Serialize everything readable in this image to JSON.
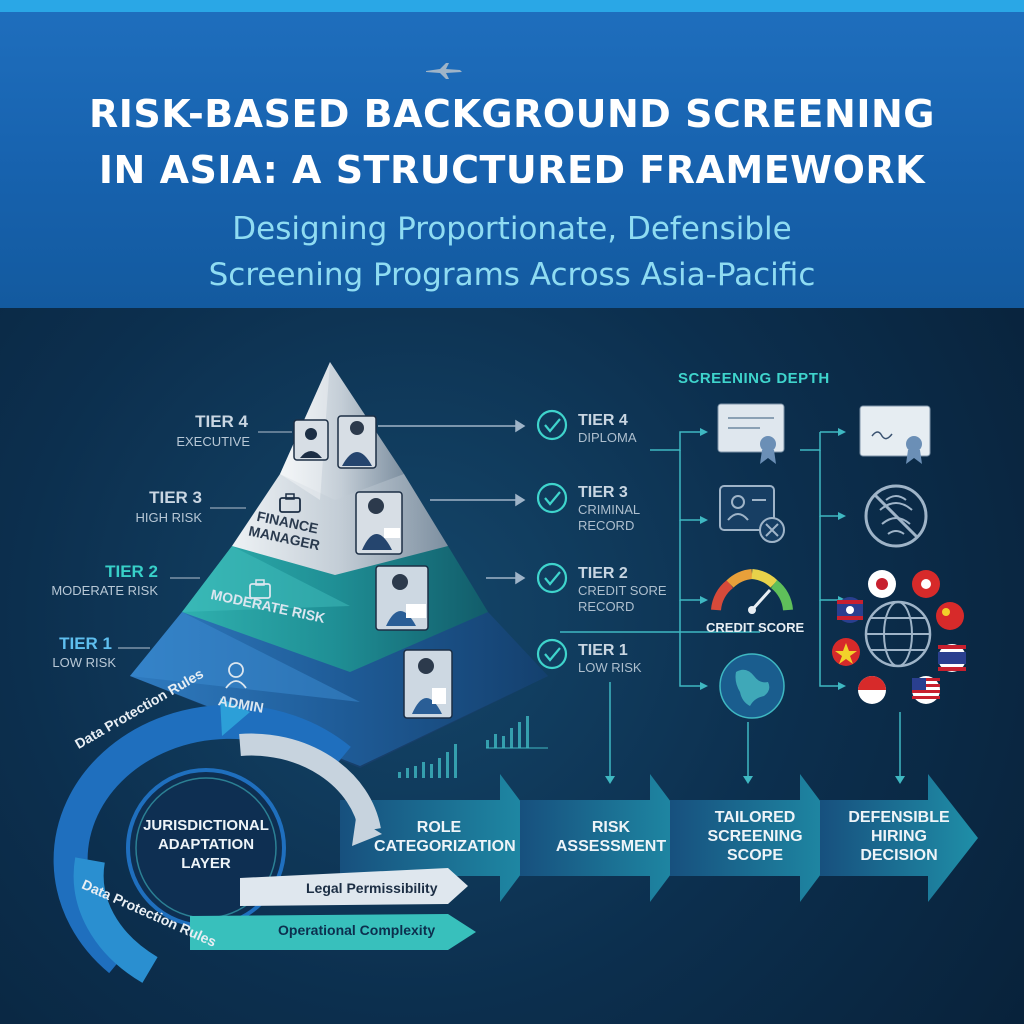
{
  "header": {
    "title_line1": "RISK-BASED BACKGROUND SCREENING",
    "title_line2": "IN ASIA: A STRUCTURED FRAMEWORK",
    "subtitle_line1": "Designing Proportionate, Defensible",
    "subtitle_line2": "Screening Programs Across Asia-Pacific"
  },
  "tiers": [
    {
      "name": "TIER 4",
      "sub": "EXECUTIVE"
    },
    {
      "name": "TIER 3",
      "sub": "HIGH RISK"
    },
    {
      "name": "TIER 2",
      "sub": "MODERATE RISK"
    },
    {
      "name": "TIER 1",
      "sub": "LOW RISK"
    }
  ],
  "pyramid": {
    "layer3_label_line1": "FINANCE",
    "layer3_label_line2": "MANAGER",
    "layer2_label": "MODERATE RISK",
    "layer1_label": "ADMIN"
  },
  "checks": [
    {
      "name": "TIER 4",
      "sub1": "DIPLOMA",
      "sub2": ""
    },
    {
      "name": "TIER 3",
      "sub1": "CRIMINAL",
      "sub2": "RECORD"
    },
    {
      "name": "TIER 2",
      "sub1": "CREDIT SORE",
      "sub2": "RECORD"
    },
    {
      "name": "TIER 1",
      "sub1": "LOW RISK",
      "sub2": ""
    }
  ],
  "screening_depth": {
    "title": "SCREENING DEPTH",
    "credit_label": "CREDIT SCORE"
  },
  "cycle": {
    "center_line1": "JURISDICTIONAL",
    "center_line2": "ADAPTATION",
    "center_line3": "LAYER",
    "outer_top": "Data Protection Rules",
    "outer_bottom": "Data Protection Rules",
    "arrow1": "Legal Permissibility",
    "arrow2": "Operational Complexity"
  },
  "flow": [
    {
      "line1": "ROLE",
      "line2": "CATEGORIZATION",
      "line3": ""
    },
    {
      "line1": "RISK",
      "line2": "ASSESSMENT",
      "line3": ""
    },
    {
      "line1": "TAILORED",
      "line2": "SCREENING",
      "line3": "SCOPE"
    },
    {
      "line1": "DEFENSIBLE",
      "line2": "HIRING",
      "line3": "DECISION"
    }
  ],
  "colors": {
    "header_blue": "#1762ae",
    "accent_teal": "#38d0c8",
    "dark_bg": "#0c2f4e",
    "pyramid_silver": "#c3cdd6",
    "pyramid_teal": "#1f8f95",
    "pyramid_blue": "#1f5c98"
  },
  "icons": [
    "plane-icon",
    "person-icon",
    "briefcase-icon",
    "check-circle-icon",
    "certificate-icon",
    "id-card-icon",
    "gauge-icon",
    "globe-icon",
    "no-fingerprint-icon",
    "flag-icon"
  ]
}
